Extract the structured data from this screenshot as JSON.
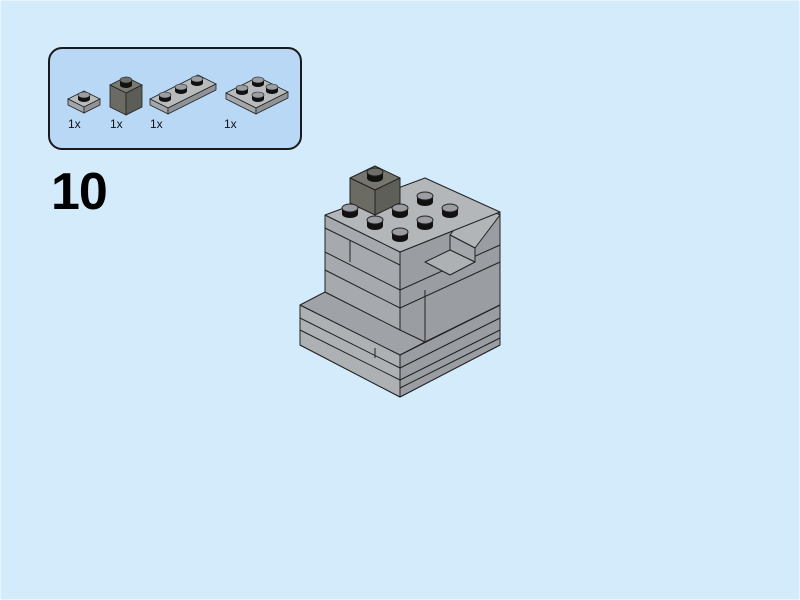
{
  "step": {
    "number": "10"
  },
  "parts_callout": {
    "parts": [
      {
        "name": "plate-1x1",
        "color": "light-bluish-gray",
        "hex": "#a3a6aa",
        "quantity": "1x"
      },
      {
        "name": "brick-1x1",
        "color": "dark-bluish-gray",
        "hex": "#6b6b64",
        "quantity": "1x"
      },
      {
        "name": "plate-1x3",
        "color": "light-bluish-gray",
        "hex": "#a3a6aa",
        "quantity": "1x"
      },
      {
        "name": "plate-2x3",
        "color": "light-bluish-gray",
        "hex": "#a3a6aa",
        "quantity": "1x"
      }
    ]
  },
  "colors": {
    "background": "#d4ebfc",
    "callout_fill": "#b8d8f5",
    "callout_border": "#1a1a1a",
    "light_gray": "#a3a6aa",
    "dark_gray": "#6b6b64",
    "outline": "#222222"
  }
}
